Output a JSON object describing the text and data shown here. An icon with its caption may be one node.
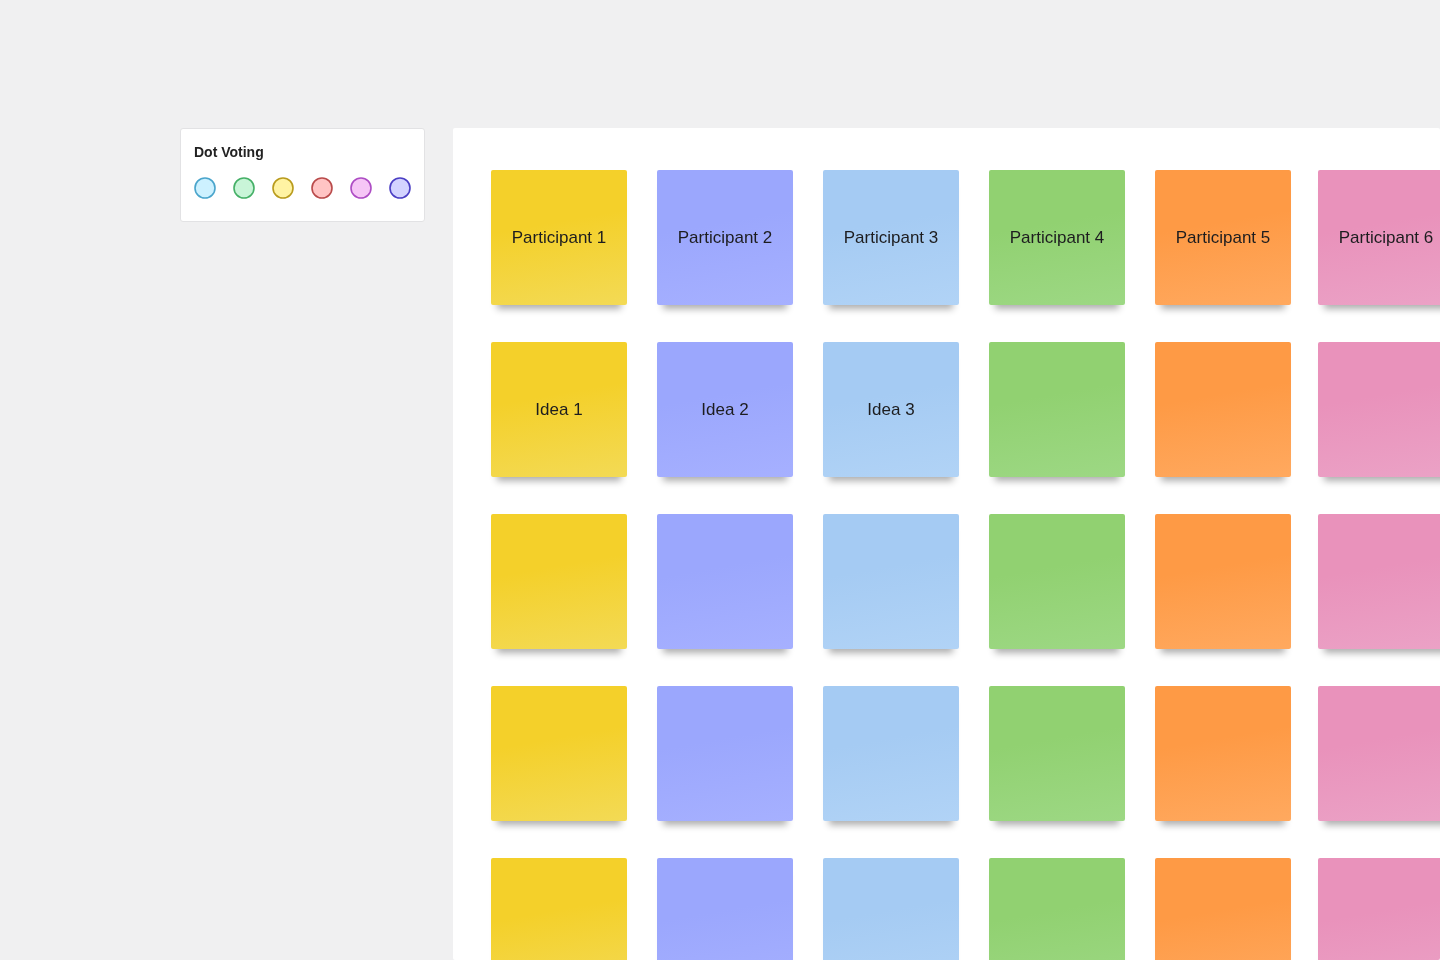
{
  "diagram": {
    "nodes": [
      {
        "text": [
          "Dot Voting"
        ]
      },
      {
        "text": [],
        "shape": "box"
      },
      {
        "text": [
          "Participant 1"
        ],
        "in": 1
      },
      {
        "text": [
          "Participant 2"
        ],
        "in": 1
      },
      {
        "text": [
          "Participant 3"
        ],
        "in": 1
      },
      {
        "text": [
          "Participant 4"
        ],
        "in": 1
      },
      {
        "text": [
          "Participant 5"
        ],
        "in": 1
      },
      {
        "text": [
          "Participant 6"
        ],
        "in": 1
      },
      {
        "text": [
          "Idea 1"
        ],
        "in": 1
      },
      {
        "text": [
          "Idea 2"
        ],
        "in": 1
      },
      {
        "text": [
          "Idea 3"
        ],
        "in": 1
      },
      {
        "text": [],
        "shape": "box",
        "in": 1
      },
      {
        "text": [],
        "shape": "box",
        "in": 1
      },
      {
        "text": [],
        "shape": "box",
        "in": 1
      },
      {
        "text": [],
        "shape": "box",
        "in": 1
      },
      {
        "text": [],
        "shape": "box",
        "in": 1
      },
      {
        "text": [],
        "shape": "box",
        "in": 1
      },
      {
        "text": [],
        "shape": "box",
        "in": 1
      },
      {
        "text": [],
        "shape": "box",
        "in": 1
      },
      {
        "text": [],
        "shape": "box",
        "in": 1
      },
      {
        "text": [],
        "shape": "box",
        "in": 1
      },
      {
        "text": [],
        "shape": "box",
        "in": 1
      },
      {
        "text": [],
        "shape": "box",
        "in": 1
      },
      {
        "text": [],
        "shape": "box",
        "in": 1
      },
      {
        "text": [],
        "shape": "box",
        "in": 1
      },
      {
        "text": [],
        "shape": "box",
        "in": 1
      },
      {
        "text": [],
        "shape": "box",
        "in": 1
      },
      {
        "text": [],
        "shape": "box",
        "in": 1
      },
      {
        "text": [],
        "shape": "box",
        "in": 1
      },
      {
        "text": [],
        "shape": "box",
        "in": 1
      },
      {
        "text": [],
        "shape": "box",
        "in": 1
      },
      {
        "text": [],
        "shape": "box",
        "in": 1
      }
    ]
  }
}
